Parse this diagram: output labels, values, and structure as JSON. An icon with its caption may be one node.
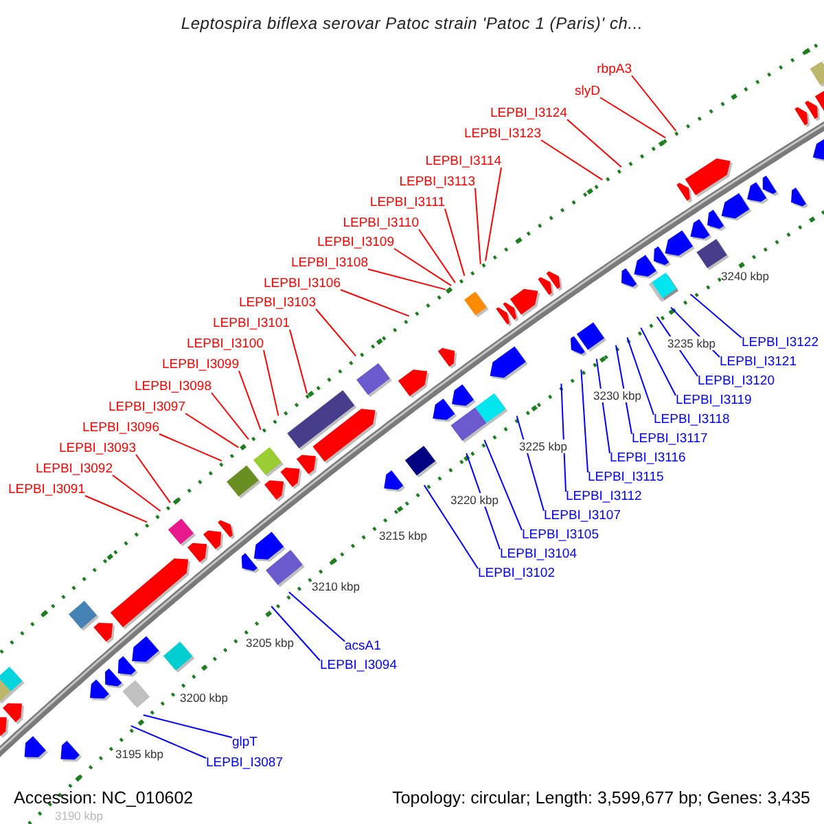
{
  "diagram": {
    "title": "Leptospira biflexa serovar Patoc strain 'Patoc 1 (Paris)' ch...",
    "nodes": [
      {
        "text": [
          "rbpA3"
        ]
      },
      {
        "text": [
          "slyD"
        ]
      },
      {
        "text": [
          "LEPBI_I3124"
        ]
      },
      {
        "text": [
          "LEPBI_I3123"
        ]
      },
      {
        "text": [
          "LEPBI_I3114"
        ]
      },
      {
        "text": [
          "LEPBI_I3113"
        ]
      },
      {
        "text": [
          "LEPBI_I3111"
        ]
      },
      {
        "text": [
          "LEPBI_I3110"
        ]
      },
      {
        "text": [
          "LEPBI_I3109"
        ]
      },
      {
        "text": [
          "LEPBI_I3108"
        ]
      },
      {
        "text": [
          "LEPBI_I3106"
        ]
      },
      {
        "text": [
          "LEPBI_I3103"
        ]
      },
      {
        "text": [
          "LEPBI_I3101"
        ]
      },
      {
        "text": [
          "LEPBI_I3100"
        ]
      },
      {
        "text": [
          "LEPBI_I3099"
        ]
      },
      {
        "text": [
          "LEPBI_I3098"
        ]
      },
      {
        "text": [
          "LEPBI_I3097"
        ]
      },
      {
        "text": [
          "LEPBI_I3096"
        ]
      },
      {
        "text": [
          "LEPBI_I3093"
        ]
      },
      {
        "text": [
          "LEPBI_I3092"
        ]
      },
      {
        "text": [
          "LEPBI_I3091"
        ]
      },
      {
        "text": [
          "LEPBI_I3122"
        ]
      },
      {
        "text": [
          "LEPBI_I3121"
        ]
      },
      {
        "text": [
          "LEPBI_I3119"
        ]
      },
      {
        "text": [
          "LEPBI_I3120"
        ]
      },
      {
        "text": [
          "LEPBI_I3117"
        ]
      },
      {
        "text": [
          "LEPBI_I3118"
        ]
      },
      {
        "text": [
          "LEPBI_I3116"
        ]
      },
      {
        "text": [
          "LEPBI_I3115"
        ]
      },
      {
        "text": [
          "LEPBI_I3112"
        ]
      },
      {
        "text": [
          "LEPBI_I3107"
        ]
      },
      {
        "text": [
          "LEPBI_I3105"
        ]
      },
      {
        "text": [
          "LEPBI_I3104"
        ]
      },
      {
        "text": [
          "LEPBI_I3102"
        ]
      },
      {
        "text": [
          "acsA1"
        ]
      },
      {
        "text": [
          "LEPBI_I3094"
        ]
      },
      {
        "text": [
          "glpT"
        ]
      },
      {
        "text": [
          "LEPBI_I3087"
        ]
      }
    ],
    "edges": [
      {
        "from": 0,
        "to": null,
        "arrow": "none"
      },
      {
        "from": 1,
        "to": null,
        "arrow": "none"
      },
      {
        "from": 2,
        "to": null,
        "arrow": "none"
      },
      {
        "from": 3,
        "to": null,
        "arrow": "none"
      },
      {
        "from": 4,
        "to": null,
        "arrow": "none"
      },
      {
        "from": 5,
        "to": null,
        "arrow": "none"
      },
      {
        "from": 6,
        "to": null,
        "arrow": "none"
      },
      {
        "from": 7,
        "to": null,
        "arrow": "none"
      },
      {
        "from": 8,
        "to": null,
        "arrow": "none"
      },
      {
        "from": 9,
        "to": null,
        "arrow": "none"
      },
      {
        "from": 10,
        "to": null,
        "arrow": "none"
      },
      {
        "from": 11,
        "to": null,
        "arrow": "none"
      },
      {
        "from": 12,
        "to": null,
        "arrow": "none"
      },
      {
        "from": 13,
        "to": null,
        "arrow": "none"
      },
      {
        "from": 14,
        "to": null,
        "arrow": "none"
      },
      {
        "from": 15,
        "to": null,
        "arrow": "none"
      },
      {
        "from": 16,
        "to": null,
        "arrow": "none"
      },
      {
        "from": 17,
        "to": null,
        "arrow": "none"
      },
      {
        "from": 18,
        "to": null,
        "arrow": "none"
      },
      {
        "from": 19,
        "to": null,
        "arrow": "none"
      },
      {
        "from": 20,
        "to": null,
        "arrow": "none"
      },
      {
        "from": 21,
        "to": null,
        "arrow": "none",
        "color": "#0000ff"
      },
      {
        "from": 22,
        "to": null,
        "arrow": "none",
        "color": "#0000ff"
      },
      {
        "from": 23,
        "to": null,
        "arrow": "none",
        "color": "#0000ff"
      },
      {
        "from": 24,
        "to": null,
        "arrow": "none",
        "color": "#0000ff"
      },
      {
        "from": 25,
        "to": null,
        "arrow": "none",
        "color": "#0000ff"
      },
      {
        "from": 26,
        "to": null,
        "arrow": "none",
        "color": "#0000ff"
      },
      {
        "from": 27,
        "to": null,
        "arrow": "none",
        "color": "#0000ff"
      },
      {
        "from": 28,
        "to": null,
        "arrow": "none",
        "color": "#0000ff"
      },
      {
        "from": 29,
        "to": null,
        "arrow": "none",
        "color": "#0000ff"
      },
      {
        "from": 30,
        "to": null,
        "arrow": "none",
        "color": "#0000ff"
      },
      {
        "from": 31,
        "to": null,
        "arrow": "none",
        "color": "#0000ff"
      },
      {
        "from": 32,
        "to": null,
        "arrow": "none",
        "color": "#0000ff"
      },
      {
        "from": 33,
        "to": null,
        "arrow": "none",
        "color": "#0000ff"
      },
      {
        "from": 34,
        "to": null,
        "arrow": "none",
        "color": "#0000ff"
      },
      {
        "from": 35,
        "to": null,
        "arrow": "none",
        "color": "#0000ff"
      },
      {
        "from": 36,
        "to": null,
        "arrow": "none",
        "color": "#0000ff"
      },
      {
        "from": 37,
        "to": null,
        "arrow": "none",
        "color": "#0000ff"
      }
    ],
    "labels": [
      "3240 kbp",
      "3235 kbp",
      "3230 kbp",
      "3225 kbp",
      "3220 kbp",
      "3215 kbp",
      "3210 kbp",
      "3205 kbp",
      "3200 kbp",
      "3195 kbp",
      "3190 kbp",
      "Accession: NC_010602",
      "Topology: circular; Length: 3,599,677 bp; Genes: 3,435"
    ]
  }
}
